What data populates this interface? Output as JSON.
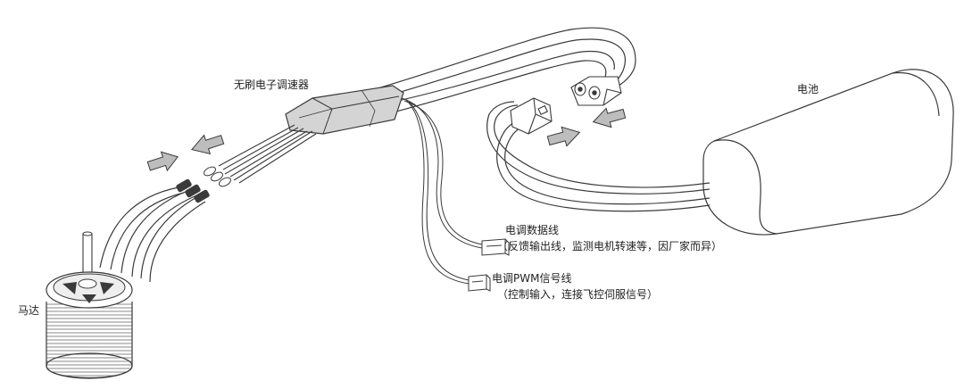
{
  "labels": {
    "esc": "无刷电子调速器",
    "battery": "电池",
    "data_line_title": "电调数据线",
    "data_line_note": "（反馈输出线，监测电机转速等，因厂家而异）",
    "pwm_line_title": "电调PWM信号线",
    "pwm_line_note": "（控制输入，连接飞控伺服信号）",
    "motor": "马达"
  },
  "colors": {
    "line": "#3a3a3a",
    "arrow_fill": "#bdbdbd",
    "esc_shadow": "#d4d4d4"
  },
  "icons": [
    "arrow-icon",
    "arrow-icon",
    "arrow-icon",
    "arrow-icon"
  ]
}
